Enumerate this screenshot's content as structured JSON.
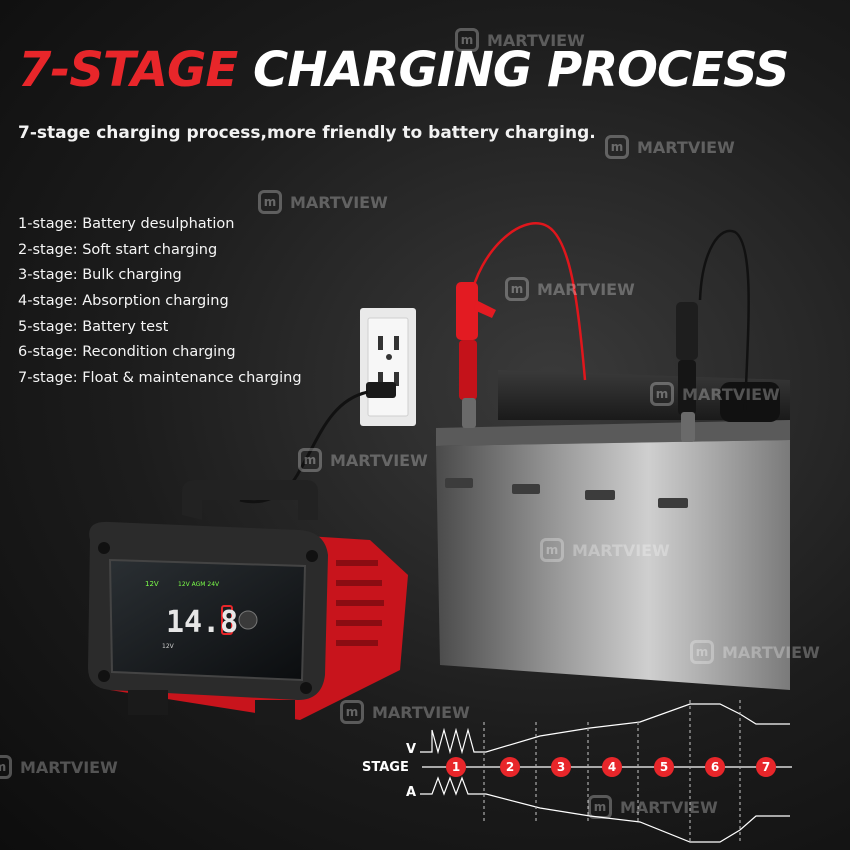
{
  "header": {
    "title_accent": "7-STAGE",
    "title_main": "CHARGING PROCESS",
    "subtitle": "7-stage charging process,more friendly to battery charging."
  },
  "stages": [
    "1-stage: Battery desulphation",
    "2-stage: Soft start charging",
    "3-stage: Bulk charging",
    "4-stage: Absorption charging",
    "5-stage: Battery test",
    "6-stage: Recondition charging",
    "7-stage: Float & maintenance charging"
  ],
  "display": {
    "voltage_tag": "12V",
    "mode_text": "12V AGM 24V",
    "readout": "14.8",
    "mode_tag": "12V"
  },
  "diagram": {
    "v_label": "V",
    "stage_label": "STAGE",
    "a_label": "A",
    "stage_numbers": [
      "1",
      "2",
      "3",
      "4",
      "5",
      "6",
      "7"
    ]
  },
  "watermark": {
    "brand": "MARTVIEW",
    "icon": "m-logo-icon"
  },
  "colors": {
    "accent_red": "#e8262a",
    "charger_red": "#c8141c",
    "background": "#1c1c1c",
    "display_green": "#7cff4a",
    "readout_white": "#e6e6e6"
  }
}
